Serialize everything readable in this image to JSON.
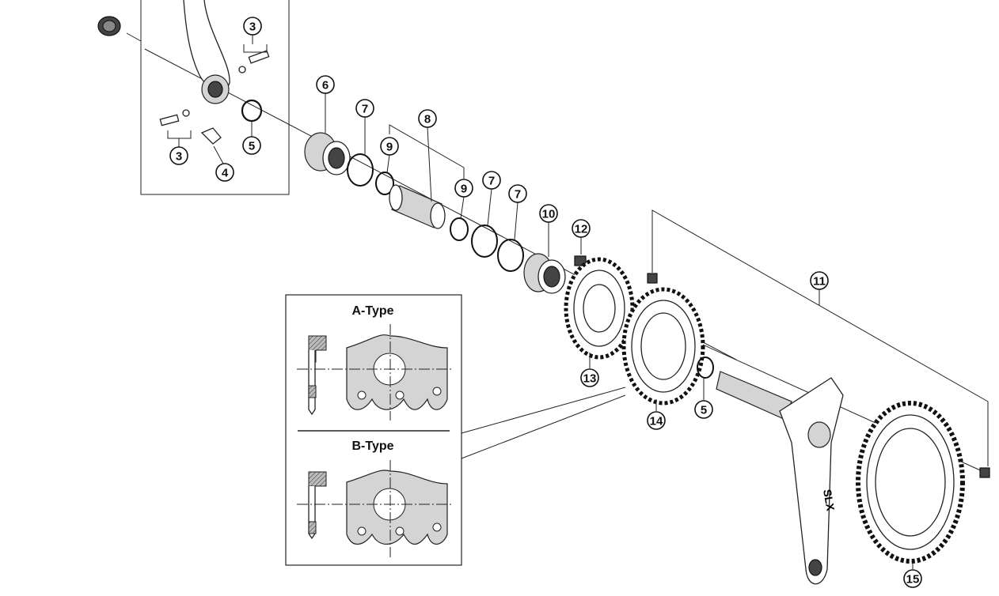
{
  "diagram": {
    "callouts": [
      "3",
      "3",
      "4",
      "5",
      "6",
      "7",
      "8",
      "9",
      "9",
      "7",
      "7",
      "10",
      "12",
      "11",
      "13",
      "14",
      "5",
      "15"
    ],
    "inset": {
      "a_type_label": "A-Type",
      "b_type_label": "B-Type"
    },
    "crank_logo": "SLX"
  }
}
